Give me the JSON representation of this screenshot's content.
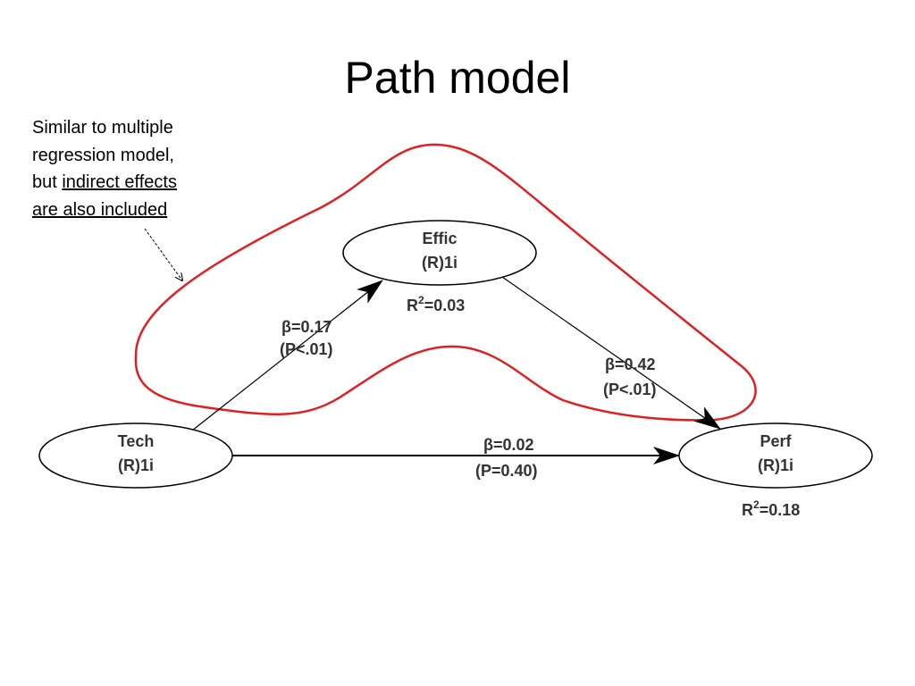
{
  "title": "Path model",
  "note": {
    "line1": "Similar to multiple",
    "line2": "regression model,",
    "line3_prefix": "but ",
    "line3_underlined": "indirect effects",
    "line4_underlined": "are also included"
  },
  "nodes": {
    "effic": {
      "name": "Effic",
      "sub": "(R)1i",
      "r2_prefix": "R",
      "r2_sup": "2",
      "r2_value": "=0.03"
    },
    "tech": {
      "name": "Tech",
      "sub": "(R)1i"
    },
    "perf": {
      "name": "Perf",
      "sub": "(R)1i",
      "r2_prefix": "R",
      "r2_sup": "2",
      "r2_value": "=0.18"
    }
  },
  "paths": {
    "tech_effic": {
      "beta": "β=0.17",
      "p": "(P<.01)"
    },
    "effic_perf": {
      "beta": "β=0.42",
      "p": "(P<.01)"
    },
    "tech_perf": {
      "beta": "β=0.02",
      "p": "(P=0.40)"
    }
  },
  "colors": {
    "highlight": "#e02020",
    "line": "#000000",
    "label": "#333333"
  }
}
